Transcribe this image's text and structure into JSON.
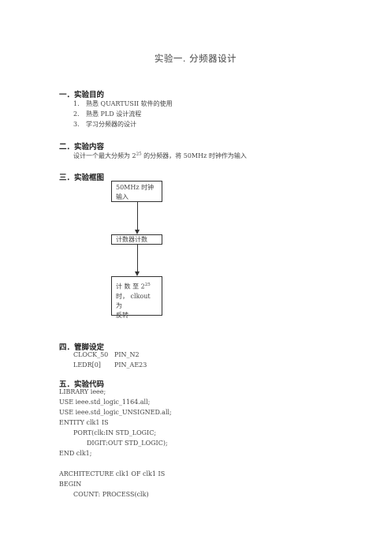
{
  "title": "实验一. 分频器设计",
  "sections": {
    "purpose": {
      "heading": "一．实验目的",
      "items": [
        {
          "num": "1.",
          "text": "熟悉 QUARTUSII  软件的使用"
        },
        {
          "num": "2.",
          "text": "熟悉 PLD 设计流程"
        },
        {
          "num": "3.",
          "text": "学习分频器的设计"
        }
      ]
    },
    "content": {
      "heading": "二．实验内容",
      "text_pre": "设计一个最大分频为 2",
      "exp": "25",
      "text_post": " 的分频器，将 50MHz 时钟作为输入"
    },
    "diagram": {
      "heading": "三．实验框图",
      "box1_line1": "50MHz 时钟",
      "box1_line2": "输入",
      "box2": "计数器计数",
      "box3_line1_pre": "计 数 至  2",
      "box3_exp": "25",
      "box3_line2": "时， clkout 为",
      "box3_line3": "反转"
    },
    "pins": {
      "heading": "四．管脚设定",
      "rows": [
        {
          "signal": "CLOCK_50",
          "pin": "PIN_N2"
        },
        {
          "signal": "LEDR[0]",
          "pin": "PIN_AE23"
        }
      ]
    },
    "code": {
      "heading": "五．实验代码",
      "lines": [
        "LIBRARY ieee;",
        "USE ieee.std_logic_1164.all;",
        "USE ieee.std_logic_UNSIGNED.all;",
        "ENTITY clk1 IS",
        "PORT(clk:IN STD_LOGIC;",
        "DIGIT:OUT STD_LOGIC);",
        "END clk1;",
        "",
        "ARCHITECTURE clk1 OF clk1 IS",
        "BEGIN",
        "COUNT: PROCESS(clk)"
      ]
    }
  }
}
